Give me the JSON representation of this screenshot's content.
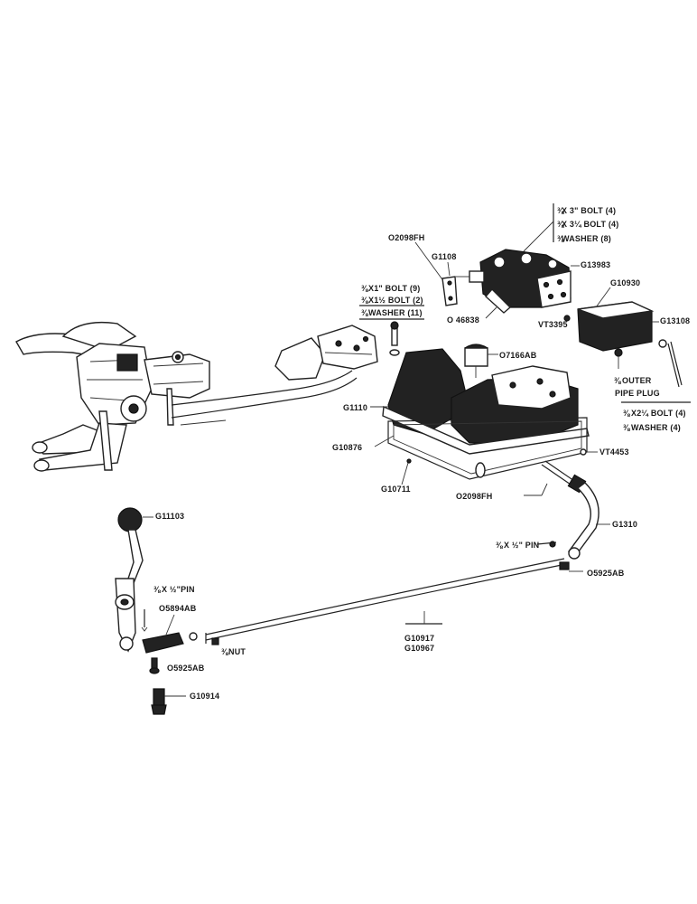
{
  "diagram": {
    "labels": {
      "bolt_3in": "X 3\" BOLT (4)",
      "bolt_3_25": "X 3¼ BOLT (4)",
      "washer_8": "WASHER (8)",
      "o2098fh_top": "O2098FH",
      "g1108": "G1108",
      "g13983": "G13983",
      "bolt_1in": "X1\" BOLT (9)",
      "bolt_1_5": "X1½ BOLT (2)",
      "washer_11": "WASHER (11)",
      "g10930": "G10930",
      "o46838": "O 46838",
      "vt3395": "VT3395",
      "g13108": "G13108",
      "o7166ab": "O7166AB",
      "outer_1": "OUTER",
      "outer_2": "PIPE PLUG",
      "g1110": "G1110",
      "bolt_2_25": "X2¼ BOLT (4)",
      "washer_4": "WASHER (4)",
      "g10876": "G10876",
      "vt4453": "VT4453",
      "g10711": "G10711",
      "o2098fh_bottom": "O2098FH",
      "g11103": "G11103",
      "g1310": "G1310",
      "pin_top": "X ½\" PIN",
      "o5925ab_right": "O5925AB",
      "pin_left": "X ½\"PIN",
      "o5894ab": "O5894AB",
      "nut": "NUT",
      "g10917": "G10917",
      "g10967": "G10967",
      "o5925ab_left": "O5925AB",
      "g10914": "G10914"
    }
  }
}
